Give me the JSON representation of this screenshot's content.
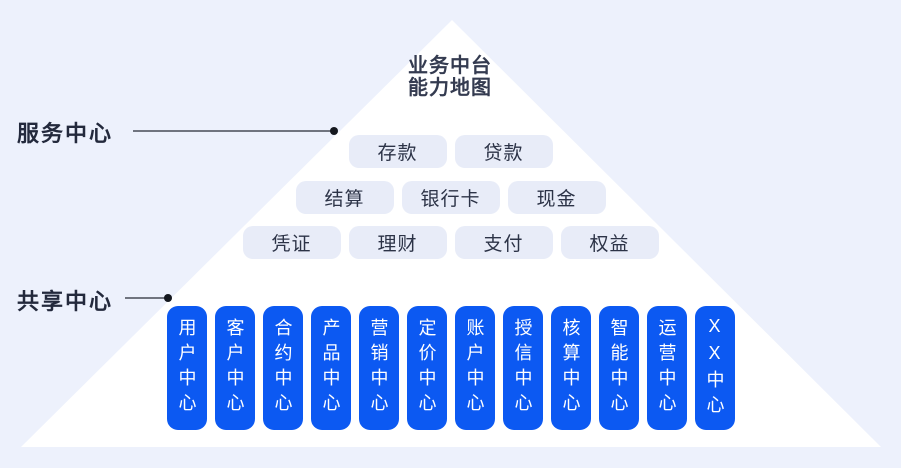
{
  "colors": {
    "background": "#EDF1FC",
    "pyramid": "#FFFFFF",
    "pill_bg": "#E8ECF8",
    "pill_text": "#2C3347",
    "blue": "#0C59F2",
    "blue_text": "#FFFFFF",
    "title_text": "#343B50",
    "label_text": "#23293C",
    "line": "#70747F",
    "dot": "#15181F"
  },
  "pyramid": {
    "title_line1": "业务中台",
    "title_line2": "能力地图"
  },
  "callouts": {
    "service": {
      "label": "服务中心"
    },
    "share": {
      "label": "共享中心"
    }
  },
  "service_rows": [
    {
      "items": [
        "存款",
        "贷款"
      ]
    },
    {
      "items": [
        "结算",
        "银行卡",
        "现金"
      ]
    },
    {
      "items": [
        "凭证",
        "理财",
        "支付",
        "权益"
      ]
    }
  ],
  "share_centers": [
    "用户中心",
    "客户中心",
    "合约中心",
    "产品中心",
    "营销中心",
    "定价中心",
    "账户中心",
    "授信中心",
    "核算中心",
    "智能中心",
    "运营中心",
    "XX中心"
  ]
}
